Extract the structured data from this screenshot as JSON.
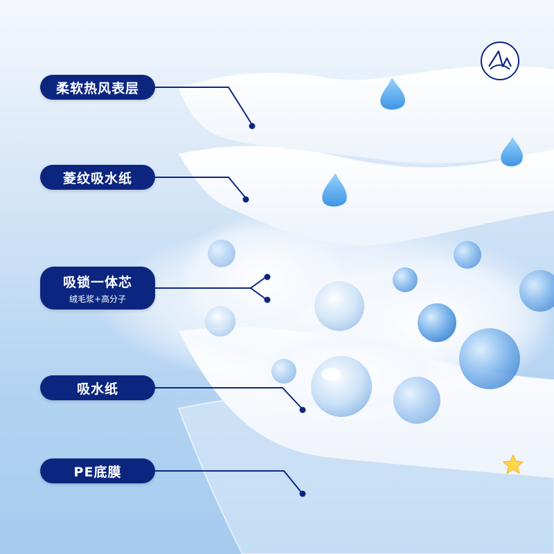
{
  "layers": [
    {
      "title": "柔软热风表层"
    },
    {
      "title": "菱纹吸水纸"
    },
    {
      "title": "吸锁一体芯",
      "subtitle": "绒毛浆+高分子"
    },
    {
      "title": "吸水纸"
    },
    {
      "title": "PE底膜"
    }
  ],
  "icons": {
    "logo": "brand-logo-icon",
    "droplet": "water-droplet-icon",
    "star": "star-icon"
  },
  "colors": {
    "label_bg": "#0c2680",
    "label_text": "#ffffff",
    "leader_line": "#0c2680",
    "droplet": "#5fb2f0",
    "bead": "#7ab3ec",
    "star": "#ffd84a"
  }
}
